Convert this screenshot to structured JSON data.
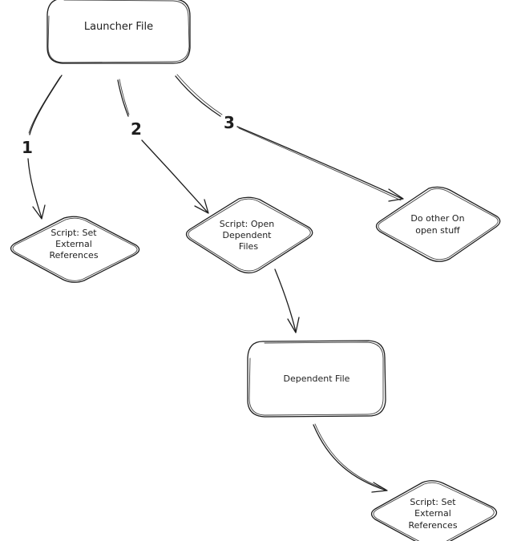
{
  "nodes": {
    "launcher": {
      "label": "Launcher File"
    },
    "set_refs_1": {
      "label_lines": [
        "Script: Set",
        "External",
        "References"
      ]
    },
    "open_dependent": {
      "label_lines": [
        "Script: Open",
        "Dependent",
        "Files"
      ]
    },
    "other_stuff": {
      "label_lines": [
        "Do other On",
        "open stuff"
      ]
    },
    "dependent_file": {
      "label": "Dependent File"
    },
    "set_refs_2": {
      "label_lines": [
        "Script: Set",
        "External",
        "References"
      ]
    }
  },
  "edges": {
    "e1": {
      "label": "1"
    },
    "e2": {
      "label": "2"
    },
    "e3": {
      "label": "3"
    }
  }
}
